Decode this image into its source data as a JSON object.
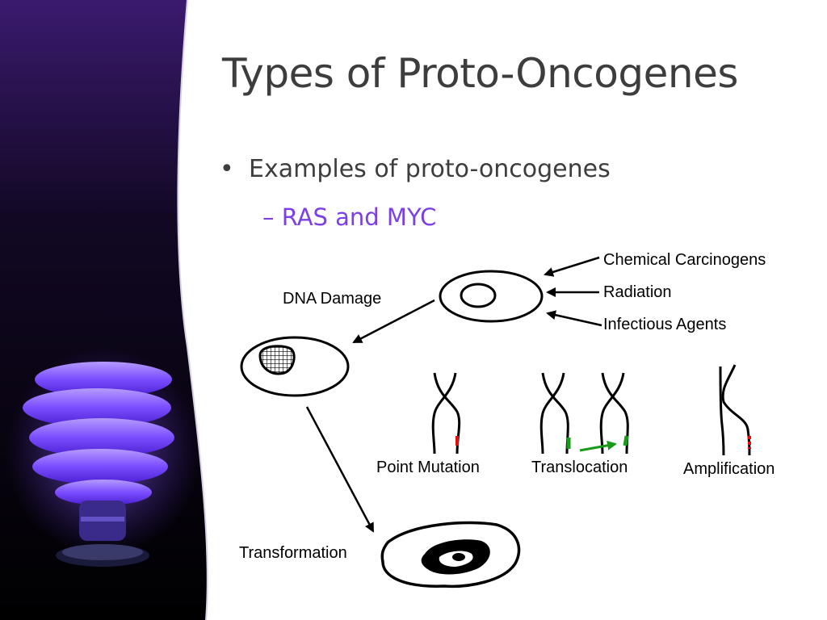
{
  "slide": {
    "title": "Types of Proto-Oncogenes",
    "bullet": "Examples of proto-oncogenes",
    "sub_bullet_dash": "– ",
    "sub_bullet": "RAS and MYC"
  },
  "diagram": {
    "labels": {
      "chemical": "Chemical Carcinogens",
      "radiation": "Radiation",
      "infectious": "Infectious Agents",
      "dna_damage": "DNA Damage",
      "point_mutation": "Point Mutation",
      "translocation": "Translocation",
      "amplification": "Amplification",
      "transformation": "Transformation"
    }
  },
  "colors": {
    "title_text": "#3d3d3d",
    "sub_bullet_text": "#7b3fe4",
    "bulb_purple": "#7a4cff",
    "mutation_red": "#e01010",
    "translocation_green": "#1a9a1a"
  }
}
